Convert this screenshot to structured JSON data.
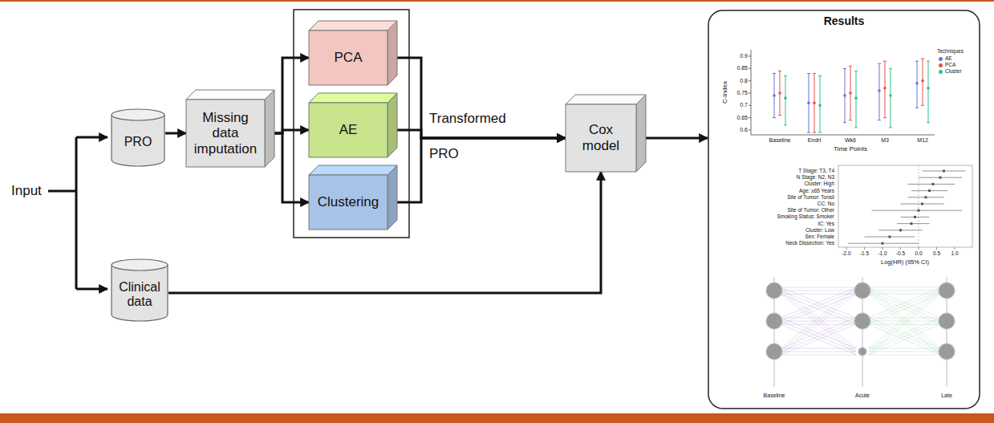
{
  "diagram": {
    "nodes": [
      {
        "text": [
          "PRO"
        ]
      },
      {
        "text": [
          "Clinical data"
        ]
      },
      {
        "text": [
          "Missing data imputation"
        ]
      },
      {
        "text": [
          "PCA"
        ]
      },
      {
        "text": [
          "AE"
        ]
      },
      {
        "text": [
          "Clustering"
        ]
      },
      {
        "text": [
          "Cox model"
        ]
      },
      {
        "text": [
          "Results"
        ]
      }
    ],
    "edges": [
      {
        "from": 0,
        "to": 2,
        "arrow": "to"
      },
      {
        "from": 2,
        "to": 3,
        "arrow": "to"
      },
      {
        "from": 2,
        "to": 4,
        "arrow": "to"
      },
      {
        "from": 2,
        "to": 5,
        "arrow": "to"
      },
      {
        "from": 3,
        "to": 6,
        "arrow": "to"
      },
      {
        "from": 4,
        "to": 6,
        "arrow": "to"
      },
      {
        "from": 5,
        "to": 6,
        "arrow": "to"
      },
      {
        "from": 1,
        "to": 6,
        "arrow": "to"
      },
      {
        "from": 6,
        "to": 7,
        "arrow": "to"
      }
    ],
    "labels": [
      "Input",
      "Transformed",
      "PRO",
      "C-Index",
      "0.9",
      "0.85",
      "0.8",
      "0.75",
      "0.7",
      "0.65",
      "0.6",
      "Baseline",
      "Endrt",
      "Wk6",
      "M3",
      "M12",
      "Time Points",
      "Techniques",
      "T Stage: T3, T4",
      "N Stage: N2, N3",
      "Cluster: High",
      "Age: ≥65 Years",
      "Site of Tumor: Tonsil",
      "CC: No",
      "Site of Tumor: Other",
      "Smoking Status: Smoker",
      "IC: Yes",
      "Cluster: Low",
      "Sex: Female",
      "Neck Dissection: Yes",
      "-2.0",
      "-1.5",
      "-1.0",
      "-0.5",
      "0.0",
      "0.5",
      "1.0",
      "Log(HR) (95% CI)",
      "Baseline",
      "Acute",
      "Late"
    ],
    "legend": [
      {
        "text": "AE",
        "color": "#6f6fe0"
      },
      {
        "text": "PCA",
        "color": "#e8504a"
      },
      {
        "text": "Cluster",
        "color": "#2fbf8f"
      }
    ]
  }
}
